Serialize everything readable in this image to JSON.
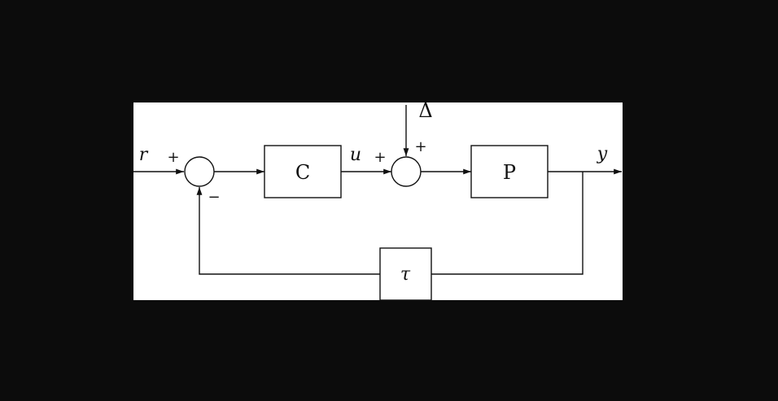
{
  "colors": {
    "background": "#0c0c0c",
    "canvas": "#ffffff",
    "ink": "#111111"
  },
  "blocks": {
    "controller": "C",
    "plant": "P",
    "delay": "τ"
  },
  "signals": {
    "reference": "r",
    "control": "u",
    "output": "y",
    "disturbance": "Δ"
  },
  "signs": {
    "sum1_reference": "+",
    "sum1_feedback": "−",
    "sum2_control": "+",
    "sum2_disturbance": "+"
  }
}
